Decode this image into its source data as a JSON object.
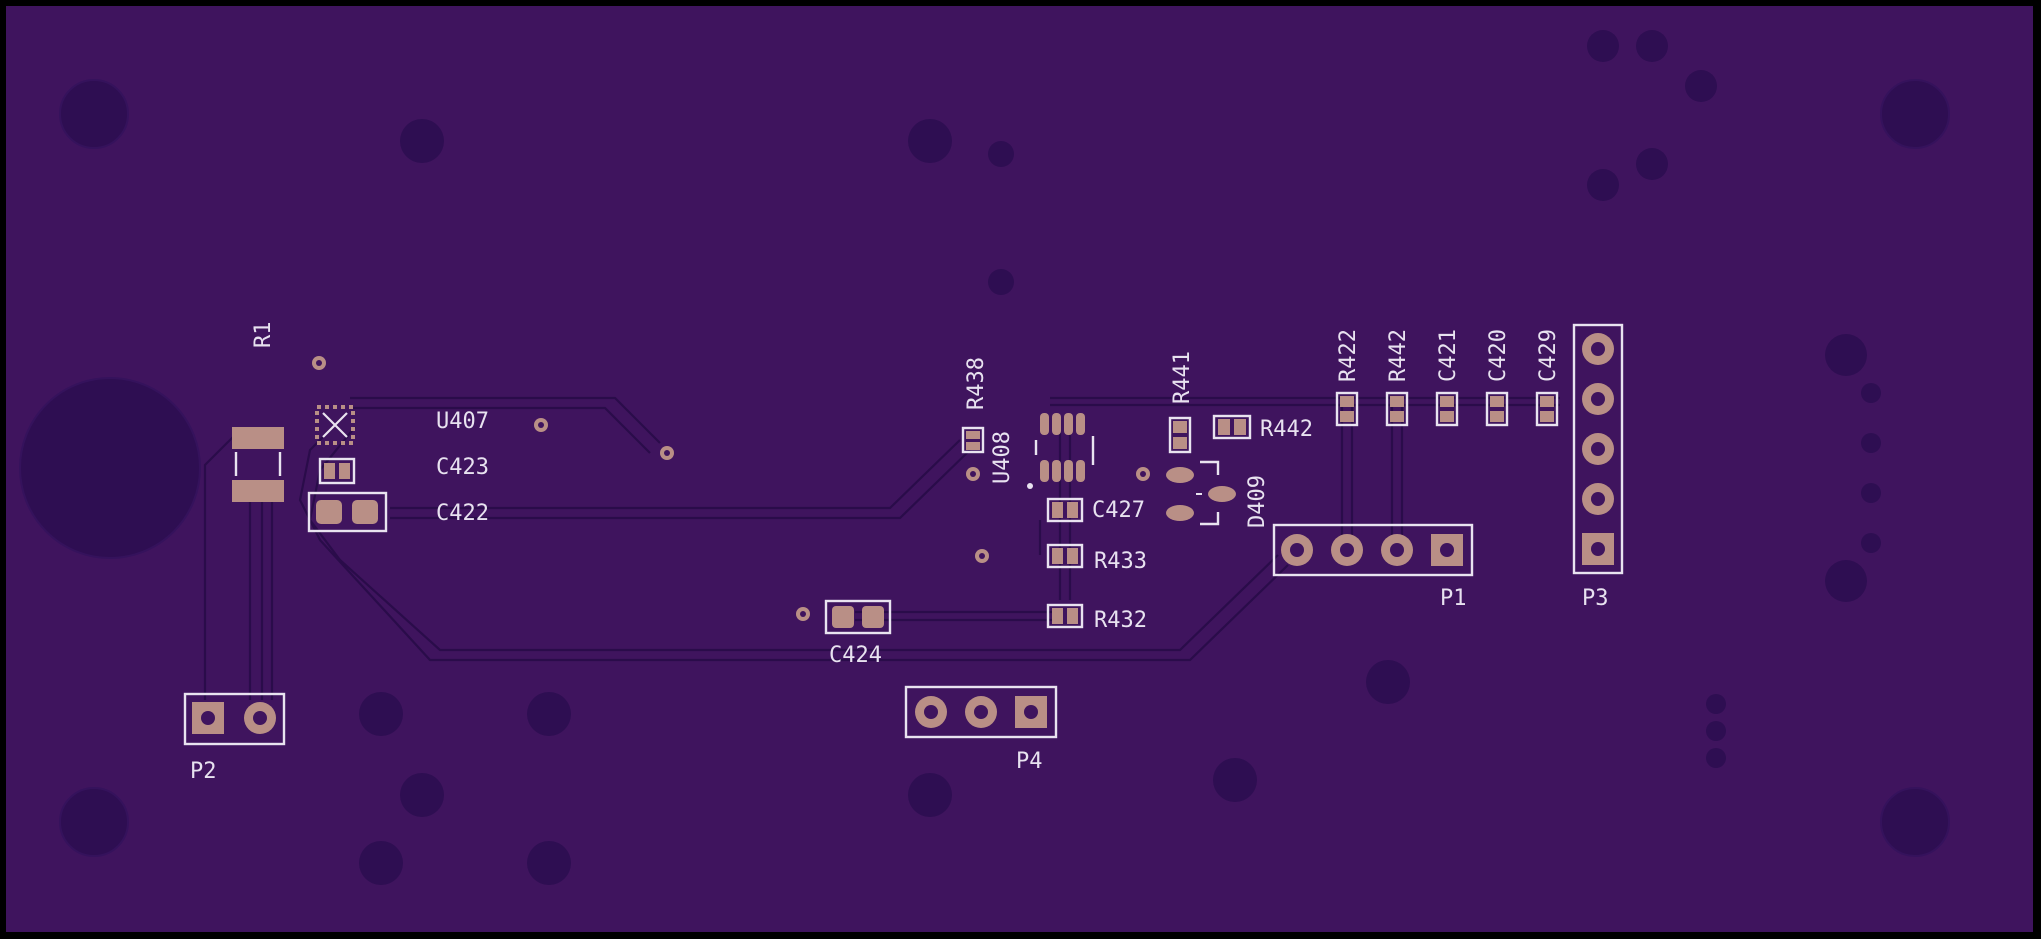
{
  "board": {
    "background_color": "#000000",
    "substrate_color": "#3f145e",
    "copper_pad_color": "#b98f86",
    "silkscreen_color": "#e9e3f0"
  },
  "labels": {
    "r1": "R1",
    "u407": "U407",
    "c423": "C423",
    "c422": "C422",
    "c424": "C424",
    "r438": "R438",
    "u408": "U408",
    "c427": "C427",
    "r433": "R433",
    "r432": "R432",
    "r441": "R441",
    "r442a": "R442",
    "d409": "D409",
    "r422": "R422",
    "r442b": "R442",
    "c421": "C421",
    "c420": "C420",
    "c429": "C429",
    "p1": "P1",
    "p2": "P2",
    "p3": "P3",
    "p4": "P4"
  }
}
